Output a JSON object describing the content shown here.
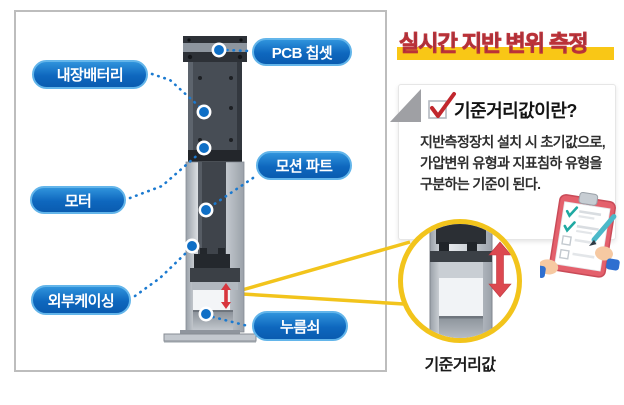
{
  "diagram": {
    "labels": {
      "pcb_chipset": "PCB 칩셋",
      "internal_battery": "내장배터리",
      "motion_part": "모션 파트",
      "motor": "모터",
      "outer_casing": "외부케이싱",
      "presser": "누름쇠"
    }
  },
  "panel": {
    "title": "실시간 지반 변위 측정",
    "card": {
      "heading": "기준거리값이란?",
      "body_lines": [
        "지반측정장치 설치 시 초기값으로,",
        "가압변위 유형과 지표침하 유형을",
        "구분하는 기준이 된다."
      ]
    },
    "magnifier_caption": "기준거리값"
  },
  "icons": {
    "checkbox": "checked-checkbox-icon",
    "clipboard": "clipboard-checklist-icon",
    "displacement_arrow": "vertical-double-arrow-icon",
    "magnifier": "magnifier-circle"
  },
  "colors": {
    "label_pill_blue": "#1173c9",
    "pill_border_blue": "#63b5ea",
    "connector_blue": "#1b7ad0",
    "title_navy": "#243a66",
    "title_red_outline": "#bb3238",
    "highlight_yellow": "#f9c716",
    "magnifier_yellow": "#f2c41c",
    "arrow_red": "#d8363e",
    "card_fold_gray": "#9fa0a4"
  }
}
